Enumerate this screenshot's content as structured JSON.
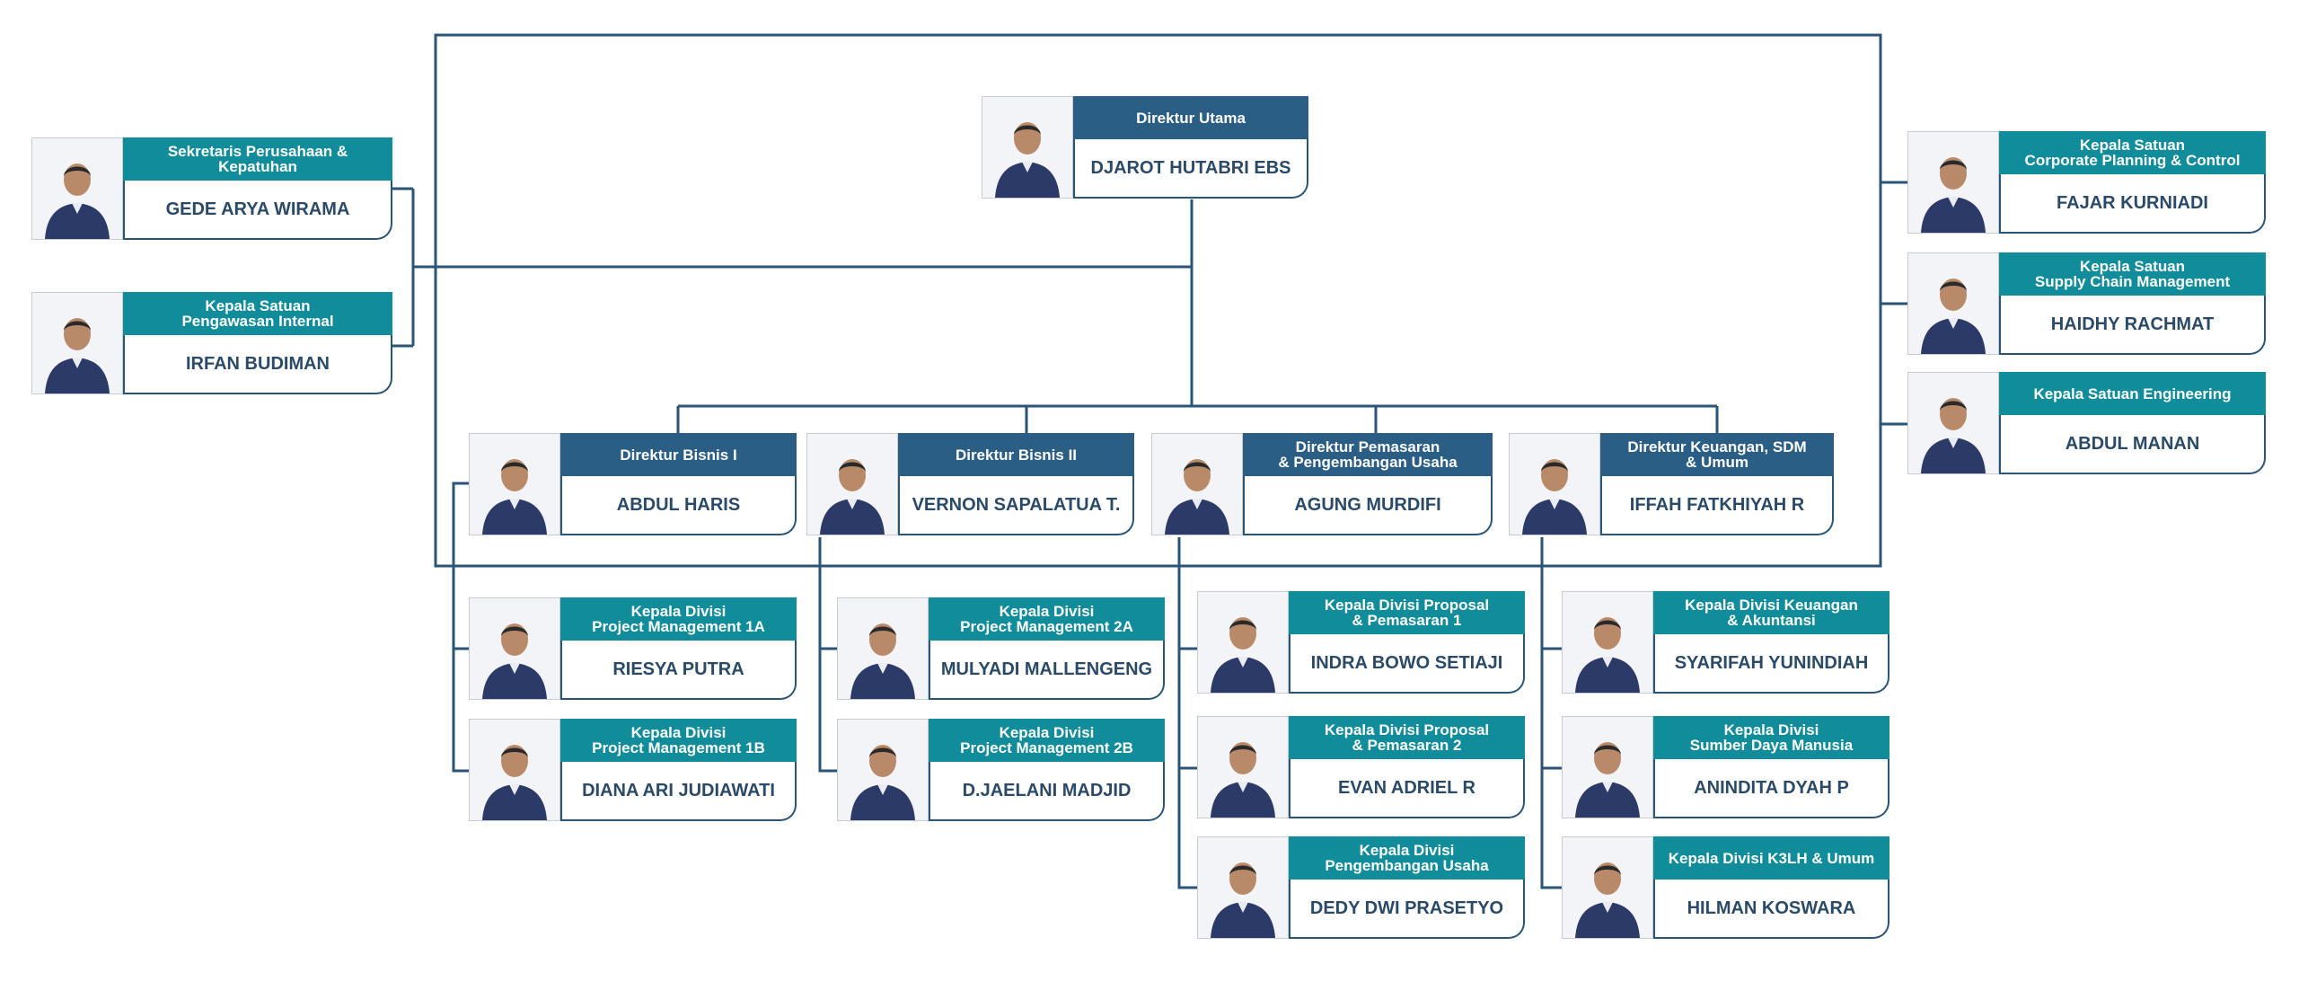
{
  "colors": {
    "teal": "#118c9a",
    "navy": "#2a5e85",
    "line": "#2a5577",
    "name_text": "#2b4a67"
  },
  "top": {
    "direktur_utama": {
      "title": "Direktur Utama",
      "name": "DJAROT HUTABRI EBS"
    }
  },
  "left_staff": [
    {
      "title": "Sekretaris Perusahaan &\nKepatuhan",
      "name": "GEDE ARYA WIRAMA"
    },
    {
      "title": "Kepala Satuan\nPengawasan Internal",
      "name": "IRFAN BUDIMAN"
    }
  ],
  "right_staff": [
    {
      "title": "Kepala Satuan\nCorporate Planning & Control",
      "name": "FAJAR KURNIADI"
    },
    {
      "title": "Kepala Satuan\nSupply Chain Management",
      "name": "HAIDHY RACHMAT"
    },
    {
      "title": "Kepala Satuan Engineering",
      "name": "ABDUL MANAN"
    }
  ],
  "directors": [
    {
      "title": "Direktur Bisnis I",
      "name": "ABDUL HARIS"
    },
    {
      "title": "Direktur Bisnis II",
      "name": "VERNON SAPALATUA T."
    },
    {
      "title": "Direktur Pemasaran\n& Pengembangan Usaha",
      "name": "AGUNG MURDIFI"
    },
    {
      "title": "Direktur Keuangan, SDM\n& Umum",
      "name": "IFFAH FATKHIYAH R"
    }
  ],
  "divisions": {
    "bisnis_1": [
      {
        "title": "Kepala Divisi\nProject Management 1A",
        "name": "RIESYA PUTRA"
      },
      {
        "title": "Kepala Divisi\nProject Management 1B",
        "name": "DIANA ARI JUDIAWATI"
      }
    ],
    "bisnis_2": [
      {
        "title": "Kepala Divisi\nProject Management 2A",
        "name": "MULYADI MALLENGENG"
      },
      {
        "title": "Kepala Divisi\nProject Management 2B",
        "name": "D.JAELANI MADJID"
      }
    ],
    "pemasaran": [
      {
        "title": "Kepala Divisi Proposal\n& Pemasaran 1",
        "name": "INDRA BOWO SETIAJI"
      },
      {
        "title": "Kepala Divisi Proposal\n& Pemasaran 2",
        "name": "EVAN ADRIEL R"
      },
      {
        "title": "Kepala Divisi\nPengembangan Usaha",
        "name": "DEDY DWI PRASETYO"
      }
    ],
    "keuangan": [
      {
        "title": "Kepala Divisi Keuangan\n& Akuntansi",
        "name": "SYARIFAH YUNINDIAH"
      },
      {
        "title": "Kepala Divisi\nSumber Daya Manusia",
        "name": "ANINDITA DYAH P"
      },
      {
        "title": "Kepala Divisi K3LH & Umum",
        "name": "HILMAN KOSWARA"
      }
    ]
  }
}
